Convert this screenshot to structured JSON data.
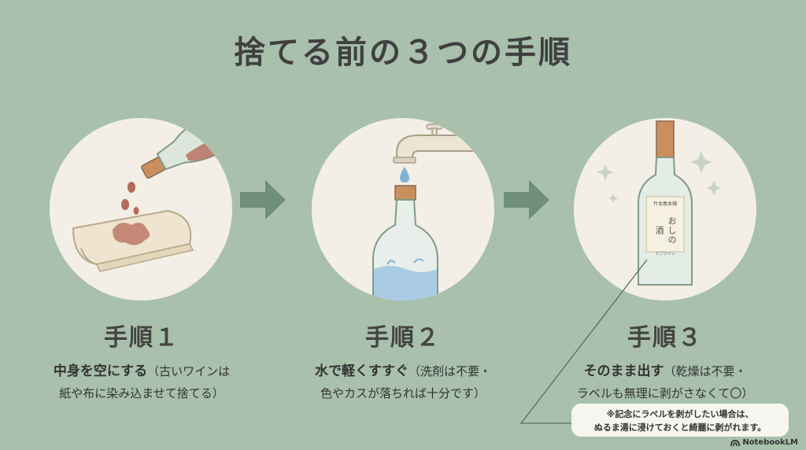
{
  "title": "捨てる前の３つの手順",
  "steps": [
    {
      "title": "手順１",
      "main": "中身を空にする",
      "detail_line1": "（古いワインは",
      "detail_line2": "紙や布に染み込ませて捨てる）"
    },
    {
      "title": "手順２",
      "main": "水で軽くすすぐ",
      "detail_line1": "（洗剤は不要・",
      "detail_line2": "色やカスが落ちれば十分です）"
    },
    {
      "title": "手順３",
      "main": "そのまま出す",
      "detail_line1": "（乾燥は不要・",
      "detail_line2": "ラベルも無理に剥がさなくて〇）"
    }
  ],
  "label": {
    "small": "竹本屋本舗",
    "big": "おしの酒",
    "sub": "ミニワイン"
  },
  "note": {
    "line1": "※記念にラベルを剥がしたい場合は、",
    "line2": "ぬるま湯に浸けておくと綺麗に剥がれます。"
  },
  "brand": "NotebookLM",
  "colors": {
    "background": "#a8c0ac",
    "circle": "#f3efe6",
    "arrow": "#6f8f78",
    "wine": "#b56a5a"
  }
}
